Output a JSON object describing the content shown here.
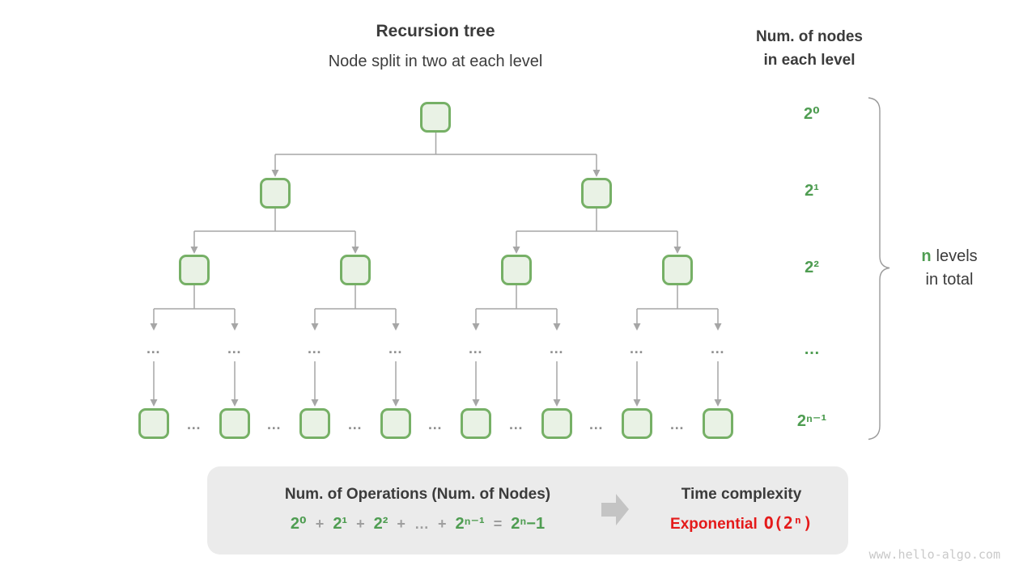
{
  "page": {
    "title": "Recursion tree",
    "subtitle": "Node split in two at each level"
  },
  "right_panel": {
    "header_line1": "Num. of nodes",
    "header_line2": "in each level",
    "level_labels": [
      "2⁰",
      "2¹",
      "2²",
      "…",
      "2ⁿ⁻¹"
    ],
    "brace_icon": "curly-brace-right",
    "total_n": "n",
    "total_word": "levels",
    "total_line2": "in total"
  },
  "tree": {
    "ellipsis": "…",
    "levels_shown": [
      1,
      2,
      4,
      8
    ],
    "node_fill": "#e9f2e5",
    "node_border": "#76b066"
  },
  "summary": {
    "title": "Num. of Operations (Num. of Nodes)",
    "formula": [
      "2⁰",
      "+",
      "2¹",
      "+",
      "2²",
      "+",
      "…",
      "+",
      "2ⁿ⁻¹",
      "=",
      "2ⁿ−1"
    ],
    "arrow_icon": "arrow-right",
    "right_title": "Time complexity",
    "complexity_word": "Exponential",
    "complexity_big_o": "O(2ⁿ)"
  },
  "watermark": "www.hello-algo.com",
  "colors": {
    "green_text": "#4f9d52",
    "red_text": "#e41a1a",
    "node_border": "#76b066",
    "node_fill": "#e9f2e5",
    "line_gray": "#a6a6a6",
    "box_bg": "#ebebeb",
    "text_dark": "#3b3b3b"
  }
}
